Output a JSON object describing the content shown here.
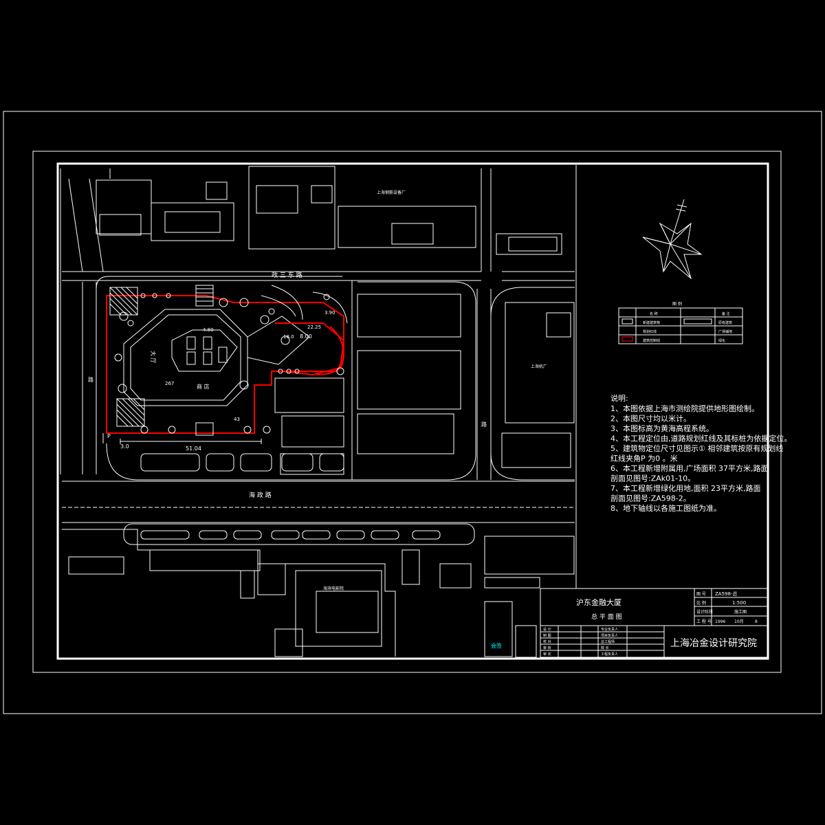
{
  "drawing": {
    "street_labels": {
      "north_road": "政   三   东   路",
      "south_road": "海      政      路",
      "west_road": "路",
      "east_road": "路"
    },
    "neighbor_labels": {
      "factory_north": "上海钢筋设备厂",
      "factory_east": "上海机厂",
      "south_site": "海滨电影院"
    },
    "plan_labels": {
      "lobby": "大  厅",
      "shop": "商  店",
      "dim_1": "51.04",
      "dim_2": "3.0",
      "dim_3": "4.80",
      "dim_4": "8.00",
      "dim_5": "22.25",
      "dim_6": "18.0",
      "dim_7": "3.90",
      "dim_8": "267",
      "dim_9": "43",
      "dim_10": "P"
    },
    "notes": {
      "heading": "说明:",
      "items": [
        "1、本图依据上海市测绘院提供地形图绘制。",
        "2、本图尺寸均以米计。",
        "3、本图标高为黄海高程系统。",
        "4、本工程定位由,道路规划红线及其标桩为依据定位。",
        "5、建筑物定位尺寸见图示① 相邻建筑按原有规划线",
        "   红线夹角P 为0 。米",
        "6、本工程新增附属用,广场面积 37平方米,路面",
        "   剖面见图号:ZAk01-10。",
        "7、本工程新增绿化用地,面积 23平方米,路面",
        "   剖面见图号:ZA598-2。",
        "8、地下轴线以各施工图纸为准。"
      ]
    },
    "legend": {
      "title": "图 例",
      "rows": [
        [
          "",
          "名 称",
          "",
          "备 注"
        ],
        [
          "",
          "新建建筑物",
          "",
          "原有建筑"
        ],
        [
          "",
          "规划红线",
          "",
          "广场铺地"
        ],
        [
          "",
          "建筑控制线",
          "",
          "绿化"
        ]
      ]
    },
    "title_block": {
      "project": "沪东金融大厦",
      "sheet_name": "总   平   面   图",
      "drawing_no_label": "图 号",
      "drawing_no": "ZA598-总",
      "scale_label": "比 例",
      "scale": "1:500",
      "phase_label": "设计阶段",
      "phase": "施工图",
      "job_label": "工 程 号",
      "date": "1996",
      "month": "10月",
      "sheet": "8",
      "institute": "上海冶金设计研究院",
      "roles": [
        "设 计",
        "制 图",
        "校 对",
        "审 核",
        "审 定"
      ],
      "role_titles": [
        "专业负责人",
        "项目负责人",
        "总工程师",
        "院 长",
        "工程负责人"
      ],
      "stamp": "会签"
    },
    "colors": {
      "background": "#000000",
      "line": "#ffffff",
      "red_line": "#ff0000",
      "cyan_text": "#00ffff"
    }
  }
}
